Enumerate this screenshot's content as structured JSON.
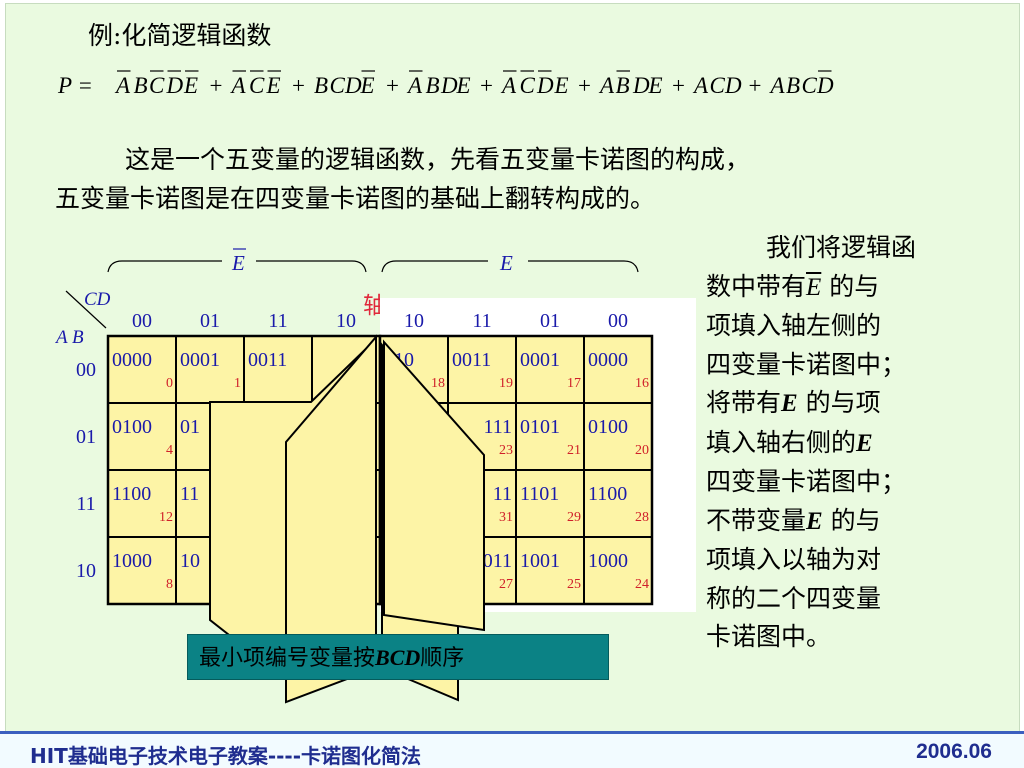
{
  "slide": {
    "title": "例:化简逻辑函数",
    "formula": [
      {
        "sign": "",
        "text": "P ="
      },
      {
        "sign": "",
        "term": [
          [
            "A",
            1
          ],
          [
            "B",
            0
          ],
          [
            "C",
            1
          ],
          [
            "D",
            1
          ],
          [
            "E",
            1
          ]
        ]
      },
      {
        "sign": "+",
        "term": [
          [
            "A",
            1
          ],
          [
            "C",
            1
          ],
          [
            "E",
            1
          ]
        ]
      },
      {
        "sign": "+",
        "term": [
          [
            "B",
            0
          ],
          [
            "C",
            0
          ],
          [
            "D",
            0
          ],
          [
            "E",
            1
          ]
        ]
      },
      {
        "sign": "+",
        "term": [
          [
            "A",
            1
          ],
          [
            "B",
            0
          ],
          [
            "D",
            0
          ],
          [
            "E",
            0
          ]
        ]
      },
      {
        "sign": "+",
        "term": [
          [
            "A",
            1
          ],
          [
            "C",
            1
          ],
          [
            "D",
            1
          ],
          [
            "E",
            0
          ]
        ]
      },
      {
        "sign": "+",
        "term": [
          [
            "A",
            0
          ],
          [
            "B",
            1
          ],
          [
            "D",
            0
          ],
          [
            "E",
            0
          ]
        ]
      },
      {
        "sign": "+",
        "term": [
          [
            "A",
            0
          ],
          [
            "C",
            0
          ],
          [
            "D",
            0
          ]
        ]
      },
      {
        "sign": "+",
        "term": [
          [
            "A",
            0
          ],
          [
            "B",
            0
          ],
          [
            "C",
            0
          ],
          [
            "D",
            1
          ]
        ]
      }
    ],
    "intro_line1": "这是一个五变量的逻辑函数，先看五变量卡诺图的构成，",
    "intro_line2": "五变量卡诺图是在四变量卡诺图的基础上翻转构成的。",
    "side_text": {
      "line1": "我们将逻辑函",
      "line2_a": "数中带有",
      "line2_e": "E",
      "line2_b": " 的与",
      "line3": "项填入轴左侧的",
      "line4": "四变量卡诺图中；",
      "line5_a": "将带有",
      "line5_e": "E",
      "line5_b": " 的与项",
      "line6_a": "填入轴右侧的",
      "line6_e": "E",
      "line7": "四变量卡诺图中；",
      "line8_a": "不带变量",
      "line8_e": "E",
      "line8_b": " 的与",
      "line9": "项填入以轴为对",
      "line10": "称的二个四变量",
      "line11": "卡诺图中。"
    },
    "kmap": {
      "label_ebar": "E",
      "label_e": "E",
      "axis_label": "轴",
      "cd_label": "CD",
      "ab_label": "A B",
      "cols_left": [
        "00",
        "01",
        "11",
        "10"
      ],
      "cols_right": [
        "10",
        "11",
        "01",
        "00"
      ],
      "rows": [
        "00",
        "01",
        "11",
        "10"
      ],
      "left_cells": [
        [
          {
            "code": "0000",
            "num": "0"
          },
          {
            "code": "0001",
            "num": "1"
          },
          {
            "code": "0011",
            "num": ""
          }
        ],
        [
          {
            "code": "0100",
            "num": "4"
          },
          {
            "code": "01",
            "num": ""
          }
        ],
        [
          {
            "code": "1100",
            "num": "12"
          },
          {
            "code": "11",
            "num": ""
          }
        ],
        [
          {
            "code": "1000",
            "num": "8"
          },
          {
            "code": "10",
            "num": ""
          }
        ]
      ],
      "right_cells": [
        [
          {
            "code": "010",
            "num": "18"
          },
          {
            "code": "0011",
            "num": "19"
          },
          {
            "code": "0001",
            "num": "17"
          },
          {
            "code": "0000",
            "num": "16"
          }
        ],
        [
          {
            "code": "111",
            "num": "23"
          },
          {
            "code": "0101",
            "num": "21"
          },
          {
            "code": "0100",
            "num": "20"
          }
        ],
        [
          {
            "code": "11",
            "num": "31"
          },
          {
            "code": "1101",
            "num": "29"
          },
          {
            "code": "1100",
            "num": "28"
          }
        ],
        [
          {
            "code": "011",
            "num": "27"
          },
          {
            "code": "1001",
            "num": "25"
          },
          {
            "code": "1000",
            "num": "24"
          }
        ]
      ],
      "caption_a": "最小项编号变量按",
      "caption_b": "BCD",
      "caption_c": "顺序"
    }
  },
  "footer": {
    "left": "HIT基础电子技术电子教案----卡诺图化简法",
    "right": "2006.06"
  }
}
